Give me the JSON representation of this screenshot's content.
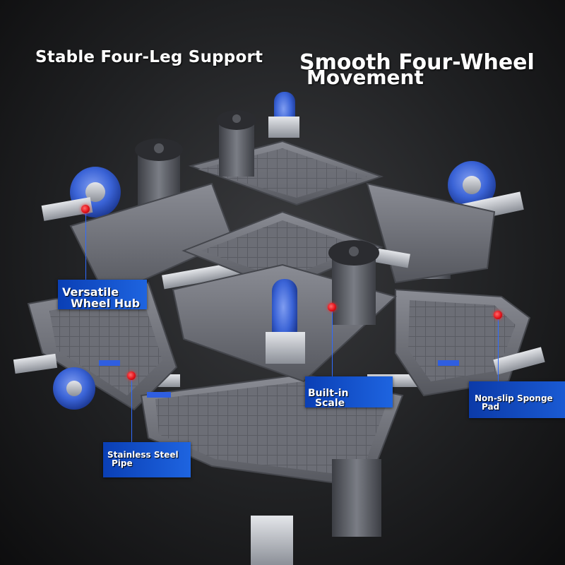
{
  "headlines": {
    "left": "Stable Four-Leg Support",
    "right_line1": "Smooth Four-Wheel",
    "right_line2": "Movement"
  },
  "callouts": {
    "wheel_hub": {
      "line1": "Versatile",
      "line2": "Wheel Hub"
    },
    "scale": {
      "line1": "Built-in",
      "line2": "Scale"
    },
    "pad": {
      "line1": "Non-slip Sponge",
      "line2": "Pad"
    },
    "pipe": {
      "line1": "Stainless Steel",
      "line2": "Pipe"
    }
  },
  "colors": {
    "frame_gray": "#6f7179",
    "frame_dark": "#4a4c53",
    "wheel_blue": "#3a63d6",
    "callout_blue": "#1a55d6",
    "marker_red": "#e3121a",
    "steel": "#c9ccd2"
  }
}
